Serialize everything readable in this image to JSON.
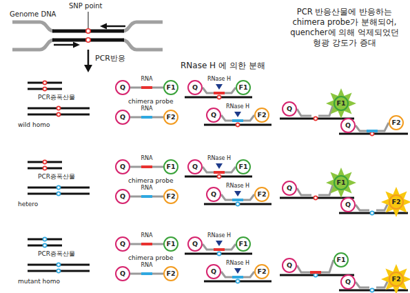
{
  "diagram": {
    "nodes": [
      {
        "text": [
          "Q"
        ]
      },
      {
        "text": [
          "F1"
        ]
      },
      {
        "text": [
          "Q"
        ]
      },
      {
        "text": [
          "F2"
        ]
      },
      {
        "text": [
          "Q"
        ]
      },
      {
        "text": [
          "F1"
        ]
      },
      {
        "text": [
          "Q"
        ]
      },
      {
        "text": [
          "F2"
        ]
      },
      {
        "text": [
          "Q"
        ]
      },
      {
        "text": [
          "F1"
        ]
      },
      {
        "text": [
          "Q"
        ]
      },
      {
        "text": [
          "F2"
        ]
      },
      {
        "text": [
          "Q"
        ]
      },
      {
        "text": [
          "F1"
        ]
      },
      {
        "text": [
          "Q"
        ]
      },
      {
        "text": [
          "F2"
        ]
      },
      {
        "text": [
          "Q"
        ]
      },
      {
        "text": [
          "F1"
        ]
      },
      {
        "text": [
          "Q"
        ]
      },
      {
        "text": [
          "F2"
        ]
      },
      {
        "text": [
          "Q"
        ]
      },
      {
        "text": [
          "F1"
        ]
      },
      {
        "text": [
          "Q"
        ]
      },
      {
        "text": [
          "F2"
        ]
      },
      {
        "text": [
          "Q"
        ]
      },
      {
        "text": [
          "F1"
        ]
      },
      {
        "text": [
          "Q"
        ]
      },
      {
        "text": [
          "F2"
        ]
      },
      {
        "text": [
          "Q"
        ]
      },
      {
        "text": [
          "F1"
        ]
      },
      {
        "text": [
          "Q"
        ]
      },
      {
        "text": [
          "F2"
        ]
      },
      {
        "text": [
          "Q"
        ]
      },
      {
        "text": [
          "F1"
        ]
      },
      {
        "text": [
          "Q"
        ]
      },
      {
        "text": [
          "F2"
        ]
      }
    ],
    "edges": [
      {
        "from": 0,
        "to": 1,
        "label": "RNA",
        "arrow": "none"
      },
      {
        "from": 2,
        "to": 3,
        "label": "RNA",
        "arrow": "none"
      },
      {
        "from": 4,
        "to": 5,
        "label": "RNase H",
        "arrow": "none"
      },
      {
        "from": 6,
        "to": 7,
        "label": "RNase H",
        "arrow": "none"
      },
      {
        "from": 10,
        "to": 11,
        "arrow": "none"
      },
      {
        "from": 12,
        "to": 13,
        "label": "RNA",
        "arrow": "none"
      },
      {
        "from": 14,
        "to": 15,
        "label": "RNA",
        "arrow": "none"
      },
      {
        "from": 16,
        "to": 17,
        "label": "RNase H",
        "arrow": "none"
      },
      {
        "from": 18,
        "to": 19,
        "label": "RNase H",
        "arrow": "none"
      },
      {
        "from": 24,
        "to": 25,
        "label": "RNA",
        "arrow": "none"
      },
      {
        "from": 26,
        "to": 27,
        "label": "RNA",
        "arrow": "none"
      },
      {
        "from": 28,
        "to": 29,
        "label": "RNase H",
        "arrow": "none"
      },
      {
        "from": 30,
        "to": 31,
        "label": "RNase H",
        "arrow": "none"
      },
      {
        "from": 32,
        "to": 33,
        "arrow": "none"
      }
    ],
    "labels": [
      "SNP point",
      "Genome DNA",
      "PCR반응",
      "RNase H 에 의한 분해",
      "PCR 반응산물에 반응하는 chimera probe가 분해되어, quencher에 의해 억제되었던 형광 강도가 증대",
      "PCR증폭산물",
      "chimera probe",
      "wild homo",
      "PCR증폭산물",
      "chimera probe",
      "hetero",
      "PCR증폭산물",
      "chimera probe",
      "mutant homo"
    ]
  }
}
